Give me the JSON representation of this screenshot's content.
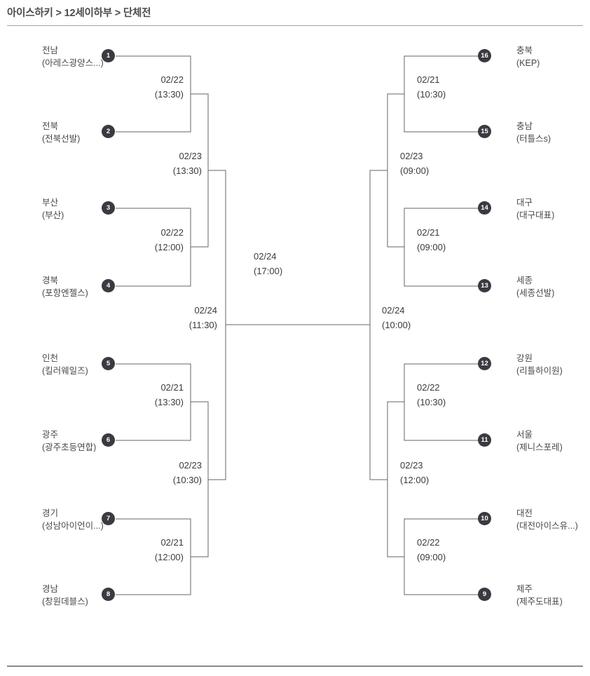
{
  "breadcrumb": {
    "text": "아이스하키 > 12세이하부 > 단체전"
  },
  "teams": [
    {
      "seed": "1",
      "name": "전남",
      "club": "(아레스광양스...)"
    },
    {
      "seed": "2",
      "name": "전북",
      "club": "(전북선발)"
    },
    {
      "seed": "3",
      "name": "부산",
      "club": "(부산)"
    },
    {
      "seed": "4",
      "name": "경북",
      "club": "(포항엔젤스)"
    },
    {
      "seed": "5",
      "name": "인천",
      "club": "(킬러웨일즈)"
    },
    {
      "seed": "6",
      "name": "광주",
      "club": "(광주초등연합)"
    },
    {
      "seed": "7",
      "name": "경기",
      "club": "(성남아이언이...)"
    },
    {
      "seed": "8",
      "name": "경남",
      "club": "(창원데블스)"
    },
    {
      "seed": "9",
      "name": "제주",
      "club": "(제주도대표)"
    },
    {
      "seed": "10",
      "name": "대전",
      "club": "(대전아이스유...)"
    },
    {
      "seed": "11",
      "name": "서울",
      "club": "(제니스포레)"
    },
    {
      "seed": "12",
      "name": "강원",
      "club": "(리틀하이원)"
    },
    {
      "seed": "13",
      "name": "세종",
      "club": "(세종선발)"
    },
    {
      "seed": "14",
      "name": "대구",
      "club": "(대구대표)"
    },
    {
      "seed": "15",
      "name": "충남",
      "club": "(터틀스s)"
    },
    {
      "seed": "16",
      "name": "충북",
      "club": "(KEP)"
    }
  ],
  "matches": {
    "round16": [
      {
        "id": "left-1-vs-2",
        "date": "02/22",
        "time": "(13:30)"
      },
      {
        "id": "left-3-vs-4",
        "date": "02/22",
        "time": "(12:00)"
      },
      {
        "id": "left-5-vs-6",
        "date": "02/21",
        "time": "(13:30)"
      },
      {
        "id": "left-7-vs-8",
        "date": "02/21",
        "time": "(12:00)"
      },
      {
        "id": "right-16-vs-15",
        "date": "02/21",
        "time": "(10:30)"
      },
      {
        "id": "right-14-vs-13",
        "date": "02/21",
        "time": "(09:00)"
      },
      {
        "id": "right-12-vs-11",
        "date": "02/22",
        "time": "(10:30)"
      },
      {
        "id": "right-10-vs-9",
        "date": "02/22",
        "time": "(09:00)"
      }
    ],
    "quarterfinals": [
      {
        "id": "left-top",
        "date": "02/23",
        "time": "(13:30)"
      },
      {
        "id": "left-bottom",
        "date": "02/23",
        "time": "(10:30)"
      },
      {
        "id": "right-top",
        "date": "02/23",
        "time": "(09:00)"
      },
      {
        "id": "right-bottom",
        "date": "02/23",
        "time": "(12:00)"
      }
    ],
    "semifinals": [
      {
        "id": "left",
        "date": "02/24",
        "time": "(11:30)"
      },
      {
        "id": "right",
        "date": "02/24",
        "time": "(10:00)"
      }
    ],
    "final": {
      "date": "02/24",
      "time": "(17:00)"
    }
  },
  "colors": {
    "bracket_line": "#666666",
    "seed_circle": "#3a3a41",
    "team_text": "#4a4a4a",
    "date_text": "#3b3b3b"
  }
}
